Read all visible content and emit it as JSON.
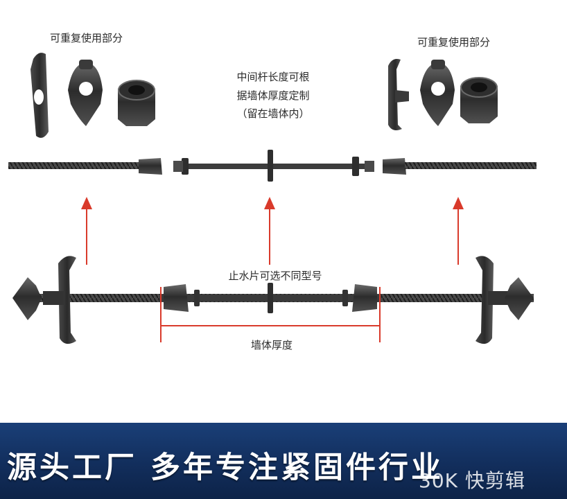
{
  "labels": {
    "reusable_left": "可重复使用部分",
    "reusable_right": "可重复使用部分",
    "middle_rod_line1": "中间杆长度可根",
    "middle_rod_line2": "据墙体厚度定制",
    "middle_rod_line3": "（留在墙体内）",
    "water_stop": "止水片可选不同型号",
    "wall_thickness": "墙体厚度"
  },
  "banner": {
    "slogan": "源头工厂 多年专注紧固件行业",
    "watermark": "30K 快剪辑"
  },
  "colors": {
    "metal": "#3a3a3a",
    "arrow": "#d93a2b",
    "banner": "#15356a"
  },
  "icons": [
    "wing-nut-icon",
    "butterfly-nut-icon",
    "hex-nut-icon",
    "arrow-up-icon"
  ]
}
